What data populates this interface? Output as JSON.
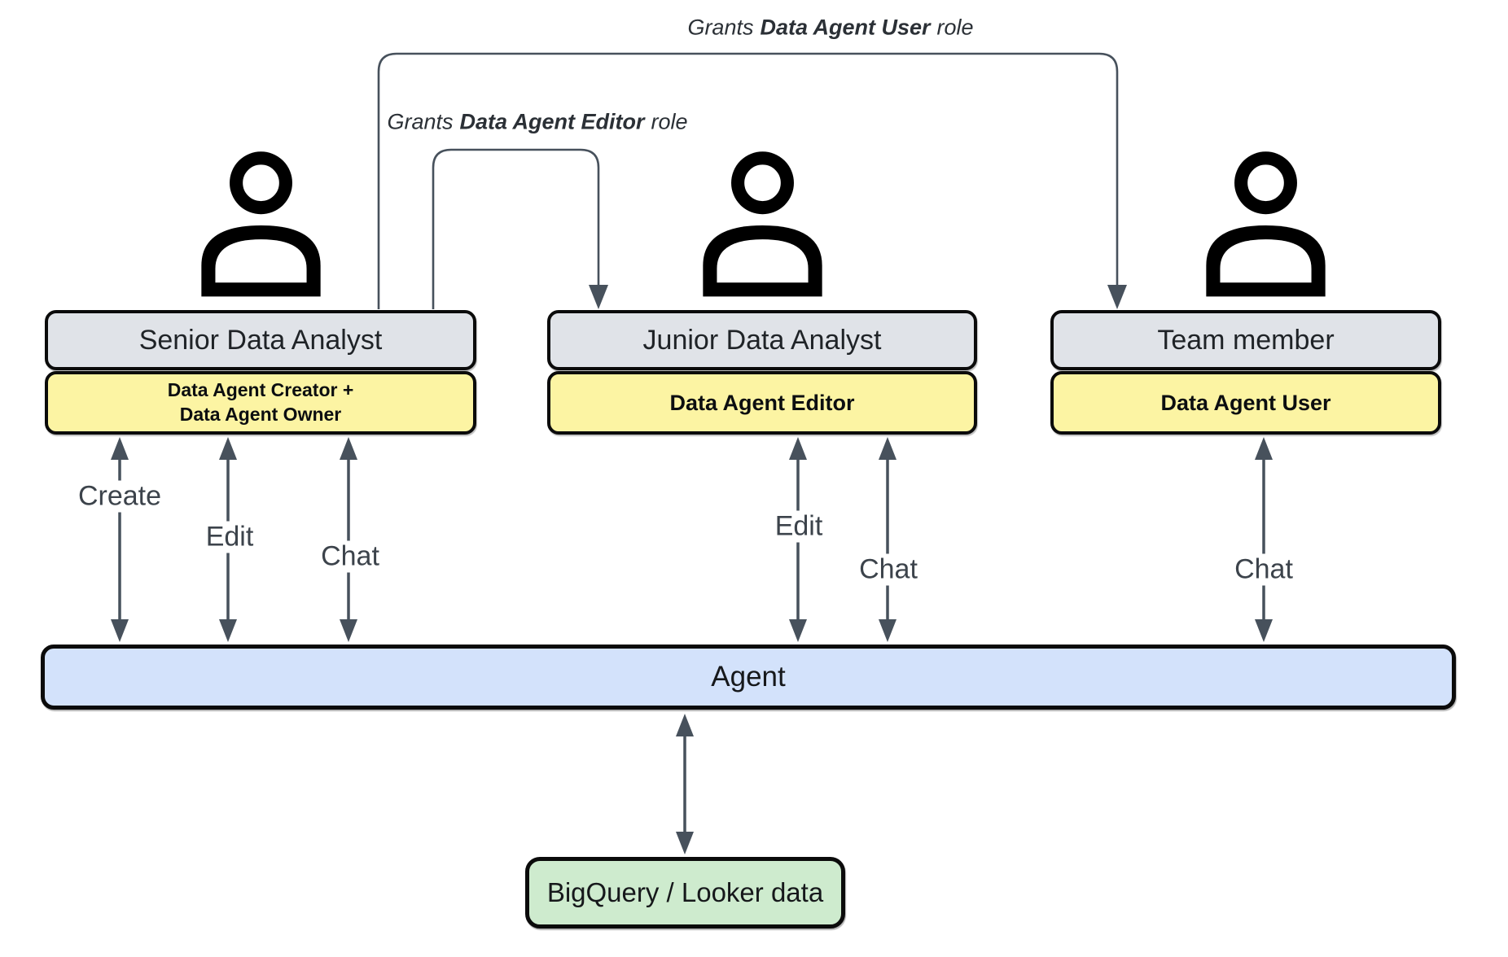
{
  "diagram": {
    "annotations": {
      "grant_user": {
        "prefix": "Grants",
        "role": "Data Agent User",
        "suffix": "role"
      },
      "grant_editor": {
        "prefix": "Grants",
        "role": "Data Agent Editor",
        "suffix": "role"
      }
    },
    "actors": [
      {
        "title": "Senior Data Analyst",
        "icon": "person-icon",
        "role_lines": [
          "Data Agent Creator +",
          "Data Agent Owner"
        ],
        "actions": [
          "Create",
          "Edit",
          "Chat"
        ]
      },
      {
        "title": "Junior Data Analyst",
        "icon": "person-icon",
        "role_lines": [
          "Data Agent Editor"
        ],
        "actions": [
          "Edit",
          "Chat"
        ]
      },
      {
        "title": "Team member",
        "icon": "person-icon",
        "role_lines": [
          "Data Agent User"
        ],
        "actions": [
          "Chat"
        ]
      }
    ],
    "agent": {
      "label": "Agent"
    },
    "datasource": {
      "label": "BigQuery / Looker data"
    },
    "colors": {
      "actor_title_bg": "#e0e3e8",
      "role_bg": "#fcf4a3",
      "agent_bg": "#d3e2fb",
      "datasource_bg": "#ceebce",
      "connector": "#47515c",
      "border": "#000000",
      "icon": "#000000"
    }
  }
}
